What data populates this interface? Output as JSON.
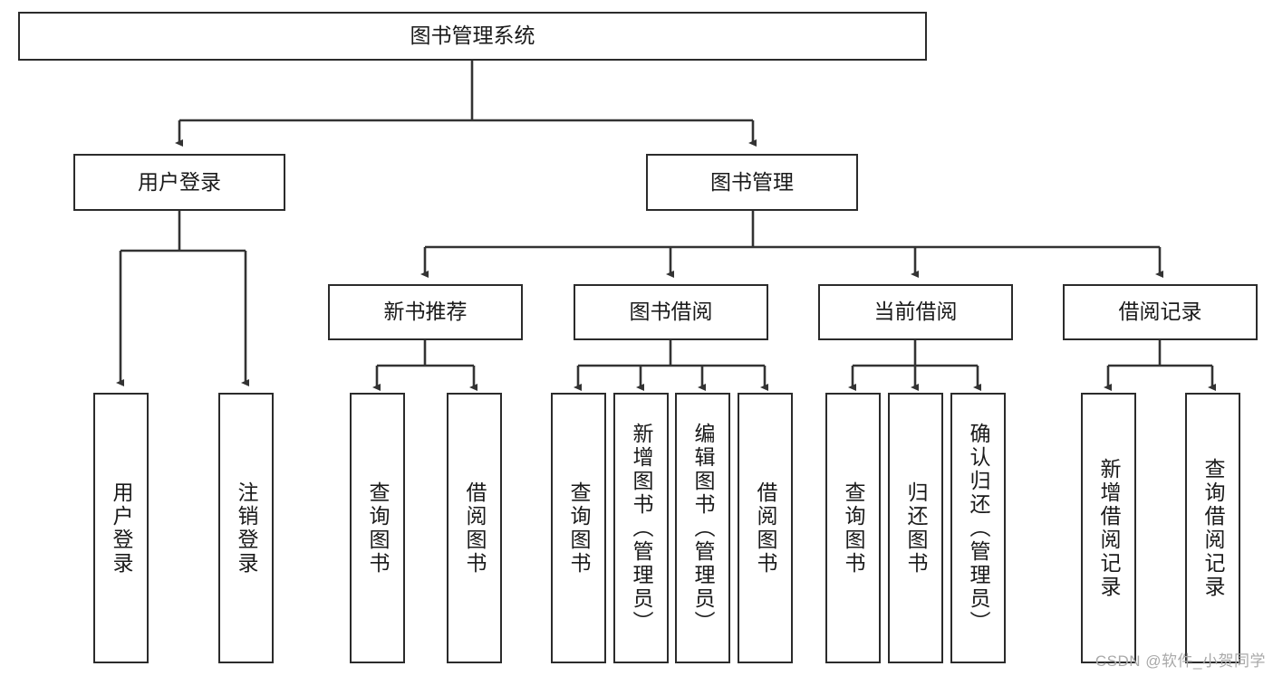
{
  "diagram": {
    "type": "hierarchy-tree",
    "title": "图书管理系统",
    "watermark": "CSDN @软件_小贺同学",
    "colors": {
      "box_border": "#2b2b2b",
      "box_fill": "#ffffff",
      "connector": "#333333",
      "text": "#1a1a1a",
      "watermark": "#a9a9a9"
    },
    "root": {
      "label": "图书管理系统"
    },
    "level2": [
      {
        "label": "用户登录"
      },
      {
        "label": "图书管理"
      }
    ],
    "level3": [
      {
        "label": "新书推荐"
      },
      {
        "label": "图书借阅"
      },
      {
        "label": "当前借阅"
      },
      {
        "label": "借阅记录"
      }
    ],
    "leaves": {
      "user_login": [
        {
          "label": "用户登录"
        },
        {
          "label": "注销登录"
        }
      ],
      "new_book": [
        {
          "label": "查询图书"
        },
        {
          "label": "借阅图书"
        }
      ],
      "book_borrow": [
        {
          "label": "查询图书"
        },
        {
          "label": "新增图书（管理员）"
        },
        {
          "label": "编辑图书（管理员）"
        },
        {
          "label": "借阅图书"
        }
      ],
      "current_borrow": [
        {
          "label": "查询图书"
        },
        {
          "label": "归还图书"
        },
        {
          "label": "确认归还（管理员）"
        }
      ],
      "borrow_record": [
        {
          "label": "新增借阅记录"
        },
        {
          "label": "查询借阅记录"
        }
      ]
    }
  }
}
